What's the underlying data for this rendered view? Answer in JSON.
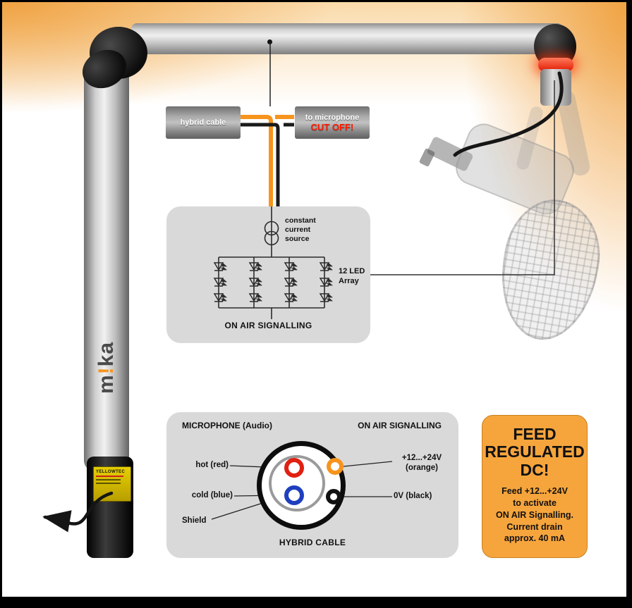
{
  "colors": {
    "accent_orange": "#F7941D",
    "panel_gray": "#D9D9D9",
    "feed_orange": "#F6A53D",
    "wire_red": "#E02012",
    "wire_blue": "#1F3FBE",
    "cutoff_red": "#FF1A00"
  },
  "brand": {
    "logo_m": "m",
    "logo_bang": "!",
    "logo_ka": "ka",
    "base_label": "YELLOWTEC"
  },
  "cable_callout": {
    "left_label": "hybrid cable",
    "right_label_top": "to microphone",
    "right_label_bottom": "CUT OFF!"
  },
  "circuit": {
    "source_line1": "constant",
    "source_line2": "current",
    "source_line3": "source",
    "array_line1": "12 LED",
    "array_line2": "Array",
    "caption": "ON AIR SIGNALLING"
  },
  "cross_section": {
    "header_left": "MICROPHONE (Audio)",
    "header_right": "ON AIR SIGNALLING",
    "hot_label": "hot (red)",
    "cold_label": "cold (blue)",
    "shield_label": "Shield",
    "supply_line1": "+12...+24V",
    "supply_line2": "(orange)",
    "zero_label": "0V (black)",
    "caption": "HYBRID CABLE"
  },
  "feed": {
    "title_line1": "FEED",
    "title_line2": "REGULATED",
    "title_line3": "DC!",
    "body": [
      "Feed +12...+24V",
      "to activate",
      "ON AIR Signalling.",
      "Current drain",
      "approx. 40 mA"
    ]
  }
}
